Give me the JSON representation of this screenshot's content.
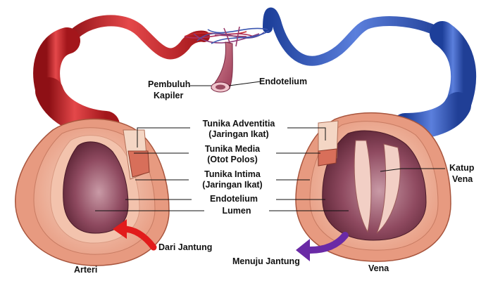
{
  "diagram": {
    "labels": {
      "pembuluh_kapiler_1": "Pembuluh",
      "pembuluh_kapiler_2": "Kapiler",
      "endotelium_top": "Endotelium",
      "adventitia_1": "Tunika Adventitia",
      "adventitia_2": "(Jaringan Ikat)",
      "media_1": "Tunika Media",
      "media_2": "(Otot Polos)",
      "intima_1": "Tunika Intima",
      "intima_2": "(Jaringan Ikat)",
      "endotelium_mid": "Endotelium",
      "lumen": "Lumen",
      "katup_1": "Katup",
      "katup_2": "Vena",
      "dari_jantung": "Dari Jantung",
      "menuju_jantung": "Menuju Jantung",
      "arteri": "Arteri",
      "vena": "Vena"
    },
    "colors": {
      "artery_red": "#c8282c",
      "vein_blue": "#2f55b8",
      "wall_outer": "#efa98f",
      "wall_inner": "#f6d2c0",
      "lumen_dark": "#7a3a4e",
      "arrow_red": "#e21b1b",
      "arrow_purple": "#6a2aa6"
    }
  }
}
